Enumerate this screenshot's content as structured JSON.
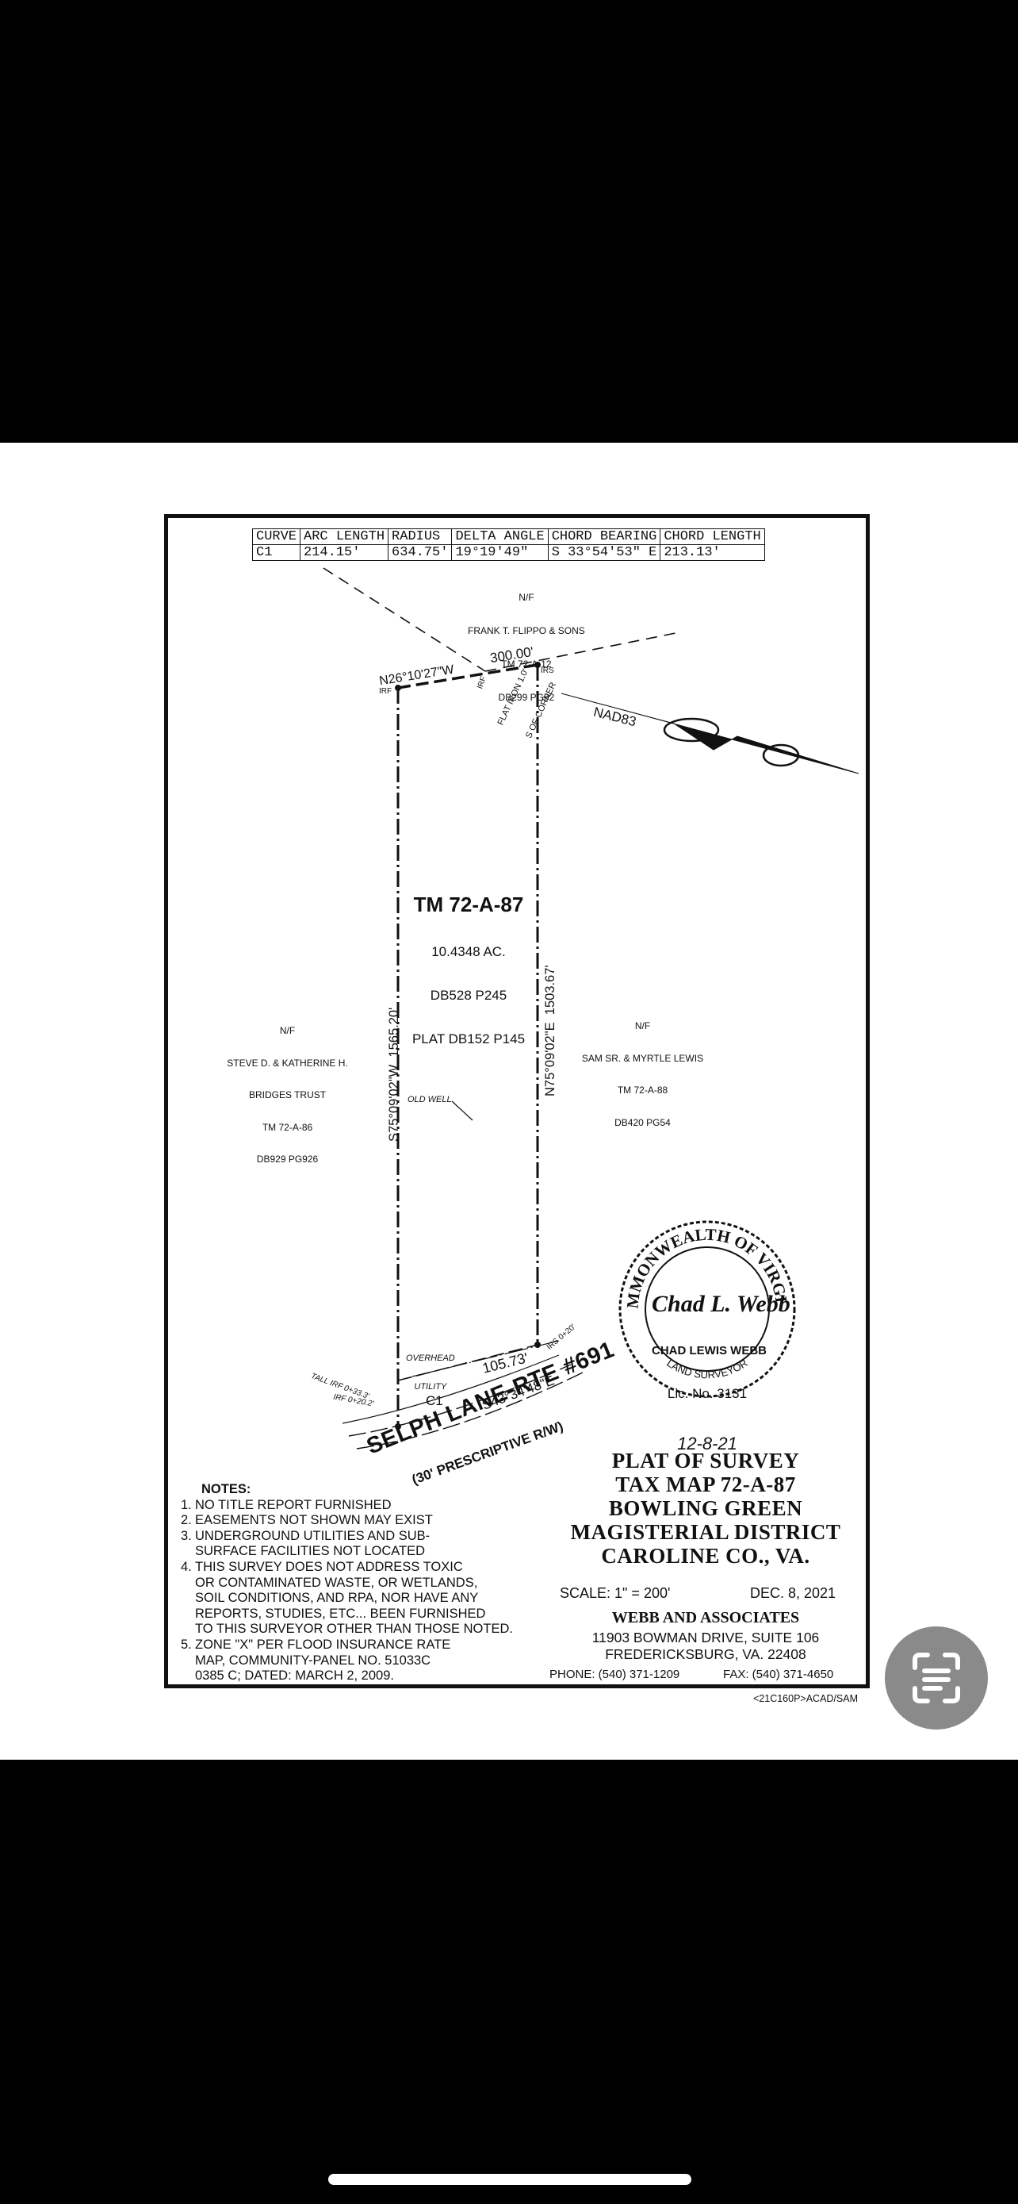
{
  "curve_table": {
    "headers": [
      "CURVE",
      "ARC LENGTH",
      "RADIUS",
      "DELTA ANGLE",
      "CHORD BEARING",
      "CHORD LENGTH"
    ],
    "rows": [
      [
        "C1",
        "214.15'",
        "634.75'",
        "19°19'49\"",
        "S 33°54'53\" E",
        "213.13'"
      ]
    ]
  },
  "north_owner": {
    "nf": "N/F",
    "name": "FRANK T. FLIPPO & SONS",
    "tm": "TM 72-A-12",
    "db": "DB299 PG92"
  },
  "west_owner": {
    "nf": "N/F",
    "name1": "STEVE D. & KATHERINE H.",
    "name2": "BRIDGES TRUST",
    "tm": "TM 72-A-86",
    "db": "DB929 PG926"
  },
  "east_owner": {
    "nf": "N/F",
    "name": "SAM SR. & MYRTLE LEWIS",
    "tm": "TM 72-A-88",
    "db": "DB420 PG54"
  },
  "parcel": {
    "tm": "TM 72-A-87",
    "acres": "10.4348 AC.",
    "deed": "DB528 P245",
    "plat": "PLAT DB152 P145"
  },
  "lines": {
    "north_bearing": "N26°10'27\"W",
    "north_dist": "300.00'",
    "west": "S75°09'02\"W  1565.20'",
    "east": "N75°09'02\"E  1503.67'",
    "south_dist": "105.73'",
    "south_bearing": "S43°34'48\"E",
    "curve": "C1"
  },
  "markers": {
    "irf_nw": "IRF",
    "irf_n": "IRF",
    "irs_ne": "IRS",
    "flat_iron": "FLAT IRON 1.0'",
    "flat_iron2": "S OF CORNER",
    "nad": "NAD83",
    "old_well": "OLD WELL",
    "overhead1": "OVERHEAD",
    "overhead2": "UTILITY",
    "irs_se": "IRS 0+20'",
    "tall_irf": "TALL IRF 0+33.3'",
    "irf_sw": "IRF 0+20.2'"
  },
  "road": {
    "name": "SELPH LANE-RTE #691",
    "row": "(30' PRESCRIPTIVE R/W)"
  },
  "seal": {
    "ring_top": "COMMONWEALTH OF VIRGINIA",
    "ring_bottom": "LAND SURVEYOR",
    "name": "CHAD LEWIS WEBB",
    "lic": "Lic. No. 3131",
    "date": "12-8-21",
    "signature": "Chad L. Webb"
  },
  "notes": {
    "title": "NOTES:",
    "items": [
      {
        "n": "1.",
        "lines": [
          "NO TITLE REPORT FURNISHED"
        ]
      },
      {
        "n": "2.",
        "lines": [
          "EASEMENTS NOT SHOWN MAY EXIST"
        ]
      },
      {
        "n": "3.",
        "lines": [
          "UNDERGROUND UTILITIES AND SUB-",
          "SURFACE FACILITIES NOT LOCATED"
        ]
      },
      {
        "n": "4.",
        "lines": [
          "THIS SURVEY DOES NOT ADDRESS TOXIC",
          "OR CONTAMINATED WASTE, OR WETLANDS,",
          "SOIL CONDITIONS, AND RPA, NOR HAVE ANY",
          "REPORTS, STUDIES, ETC... BEEN FURNISHED",
          "TO THIS SURVEYOR OTHER THAN THOSE NOTED."
        ]
      },
      {
        "n": "5.",
        "lines": [
          "ZONE \"X\" PER FLOOD INSURANCE RATE",
          "MAP, COMMUNITY-PANEL NO. 51033C",
          "0385 C; DATED: MARCH 2, 2009."
        ]
      }
    ]
  },
  "title_block": {
    "lines": [
      "PLAT OF SURVEY",
      "TAX MAP 72-A-87",
      "BOWLING GREEN",
      "MAGISTERIAL DISTRICT",
      "CAROLINE CO., VA."
    ],
    "scale": "SCALE: 1\" = 200'",
    "date": "DEC. 8, 2021",
    "firm": "WEBB AND ASSOCIATES",
    "address1": "11903 BOWMAN DRIVE, SUITE 106",
    "address2": "FREDERICKSBURG, VA. 22408",
    "phone": "PHONE: (540) 371-1209",
    "fax": "FAX: (540) 371-4650"
  },
  "file_ref": "<21C160P>ACAD/SAM",
  "scan_button_icon": "text-scan-icon"
}
